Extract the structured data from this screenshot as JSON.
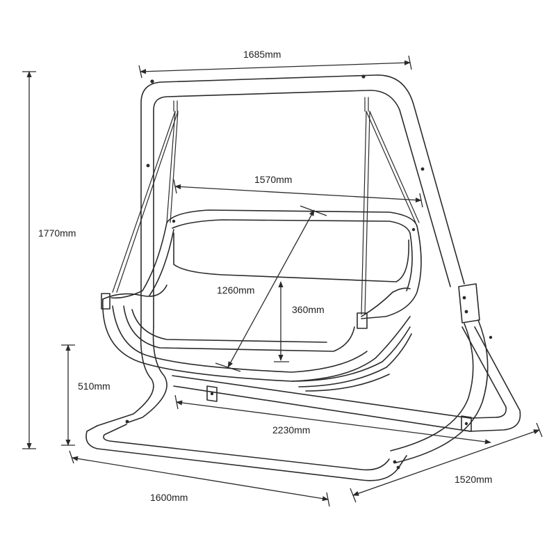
{
  "diagram": {
    "dimensions": {
      "frame_top_width": "1685mm",
      "total_height": "1770mm",
      "seat_width": "1570mm",
      "seat_diagonal": "1260mm",
      "seat_depth": "360mm",
      "seat_height": "510mm",
      "frame_length": "2230mm",
      "base_width": "1600mm",
      "base_depth": "1520mm"
    }
  }
}
